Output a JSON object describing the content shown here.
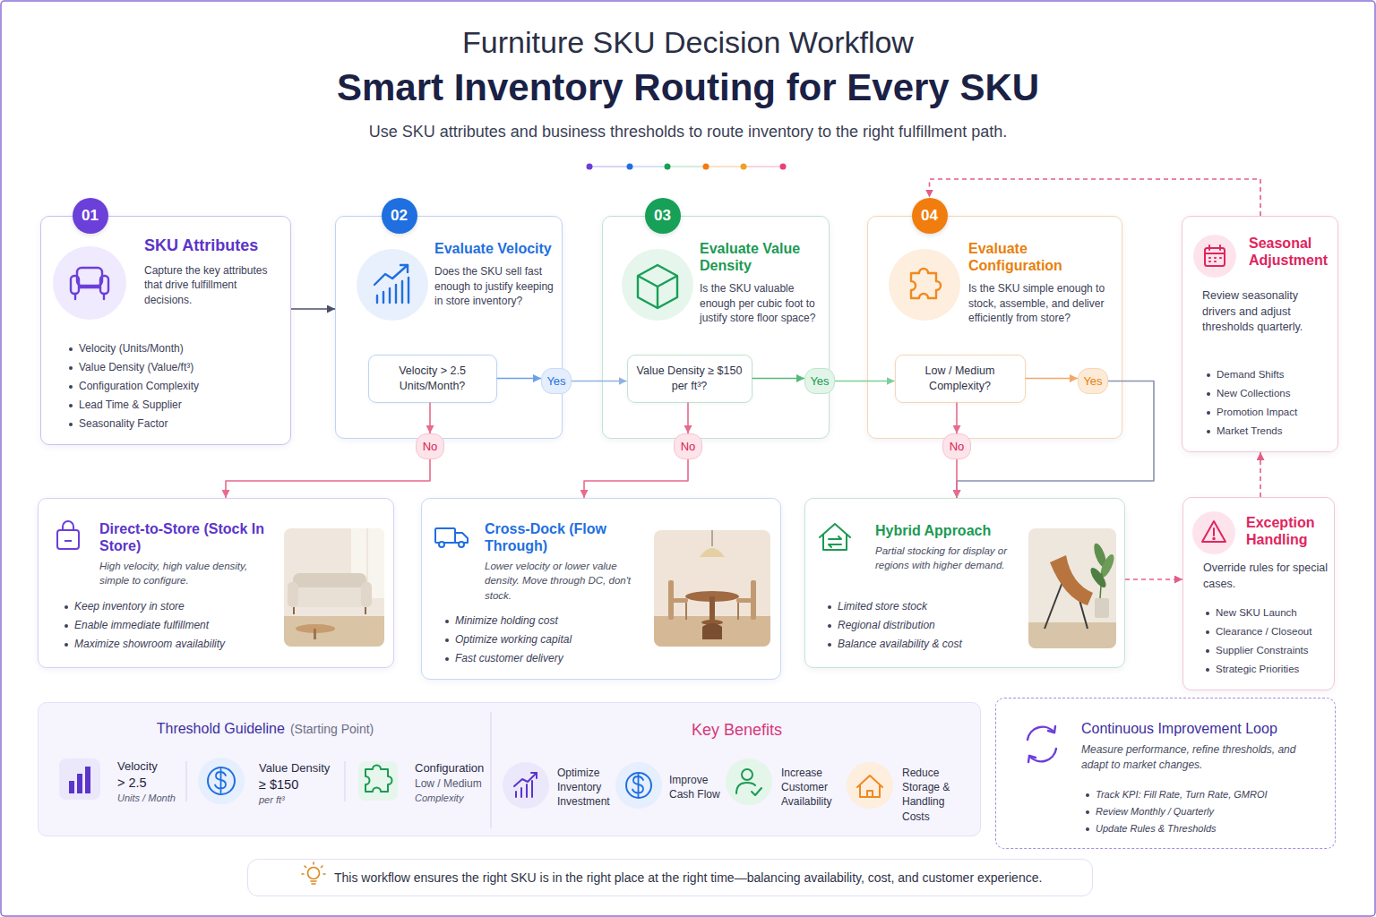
{
  "diagram": {
    "title": "Smart Inventory Routing for Every SKU",
    "caption": "This workflow ensures the right SKU is in the right place at the right time—balancing availability, cost, and customer experience.",
    "nodes": [
      {
        "text": [
          "SKU Attributes",
          "Capture the key attributes that drive fulfillment decisions.",
          "Velocity (Units/Month)",
          "Value Density (Value/ft³)",
          "Configuration Complexity",
          "Lead Time & Supplier",
          "Seasonality Factor"
        ]
      },
      {
        "text": [
          "01"
        ],
        "in": 0
      },
      {
        "text": [
          "Evaluate Velocity",
          "Does the SKU sell fast enough to justify keeping in store inventory?"
        ]
      },
      {
        "text": [
          "02"
        ],
        "in": 2
      },
      {
        "text": [
          "Velocity > 2.5 Units/Month?"
        ],
        "in": 2
      },
      {
        "text": [
          "Evaluate Value Density",
          "Is the SKU valuable enough per cubic foot to justify store floor space?"
        ]
      },
      {
        "text": [
          "03"
        ],
        "in": 5
      },
      {
        "text": [
          "Value Density ≥ $150 per ft³?"
        ],
        "in": 5
      },
      {
        "text": [
          "Evaluate Configuration",
          "Is the SKU simple enough to stock, assemble, and deliver efficiently from store?"
        ]
      },
      {
        "text": [
          "04"
        ],
        "in": 8
      },
      {
        "text": [
          "Low / Medium Complexity?"
        ],
        "in": 8
      },
      {
        "text": [
          "Seasonal Adjustment",
          "Review seasonality drivers and adjust thresholds quarterly.",
          "Demand Shifts",
          "New Collections",
          "Promotion Impact",
          "Market Trends"
        ]
      },
      {
        "text": [
          "Yes"
        ]
      },
      {
        "text": [
          "Yes"
        ]
      },
      {
        "text": [
          "Yes"
        ]
      },
      {
        "text": [
          "No"
        ]
      },
      {
        "text": [
          "No"
        ]
      },
      {
        "text": [
          "No"
        ]
      },
      {
        "text": [
          "Direct-to-Store (Stock In Store)",
          "High velocity, high value density, simple to configure.",
          "Keep inventory in store",
          "Enable immediate fulfillment",
          "Maximize showroom availability"
        ]
      },
      {
        "text": [
          "Cross-Dock (Flow Through)",
          "Lower velocity or lower value density. Move through DC, don't stock.",
          "Minimize holding cost",
          "Optimize working capital",
          "Fast customer delivery"
        ]
      },
      {
        "text": [
          "Hybrid Approach",
          "Partial stocking for display or regions with higher demand.",
          "Limited store stock",
          "Regional distribution",
          "Balance availability & cost"
        ]
      },
      {
        "text": [
          "Exception Handling",
          "Override rules for special cases.",
          "New SKU Launch",
          "Clearance / Closeout",
          "Supplier Constraints",
          "Strategic Priorities"
        ]
      },
      {
        "text": [
          "Threshold Guideline",
          "(Starting Point)",
          "Velocity",
          "> 2.5",
          "Units / Month",
          "Value Density",
          "≥ $150",
          "per ft³",
          "Configuration",
          "Low / Medium",
          "Complexity",
          "Key Benefits",
          "Optimize Inventory Investment",
          "Improve Cash Flow",
          "Increase Customer Availability",
          "Reduce Storage & Handling Costs"
        ]
      },
      {
        "text": [
          "Continuous Improvement Loop",
          "Measure performance, refine thresholds, and adapt to market changes.",
          "Track KPI: Fill Rate, Turn Rate, GMROI",
          "Review Monthly / Quarterly",
          "Update Rules & Thresholds"
        ]
      }
    ],
    "edges": [
      {
        "from": 0,
        "to": 2,
        "arrow": "to"
      },
      {
        "from": 4,
        "to": 12,
        "arrow": "to"
      },
      {
        "from": 12,
        "to": 7,
        "arrow": "to"
      },
      {
        "from": 7,
        "to": 13,
        "arrow": "to"
      },
      {
        "from": 13,
        "to": 10,
        "arrow": "to"
      },
      {
        "from": 10,
        "to": 14,
        "arrow": "to"
      },
      {
        "from": 14,
        "to": 20,
        "arrow": "to"
      },
      {
        "from": 4,
        "to": 15,
        "arrow": "to"
      },
      {
        "from": 15,
        "to": 18,
        "arrow": "to"
      },
      {
        "from": 7,
        "to": 16,
        "arrow": "to"
      },
      {
        "from": 16,
        "to": 19,
        "arrow": "to"
      },
      {
        "from": 10,
        "to": 17,
        "arrow": "to"
      },
      {
        "from": 17,
        "to": 20,
        "arrow": "to"
      },
      {
        "from": 20,
        "to": 21,
        "arrow": "to"
      },
      {
        "from": 21,
        "to": 11,
        "arrow": "to"
      },
      {
        "from": 11,
        "to": 9,
        "arrow": "to"
      }
    ],
    "labels": [
      "Furniture SKU Decision Workflow",
      "Use SKU attributes and business thresholds to route inventory to the right fulfillment path."
    ]
  }
}
